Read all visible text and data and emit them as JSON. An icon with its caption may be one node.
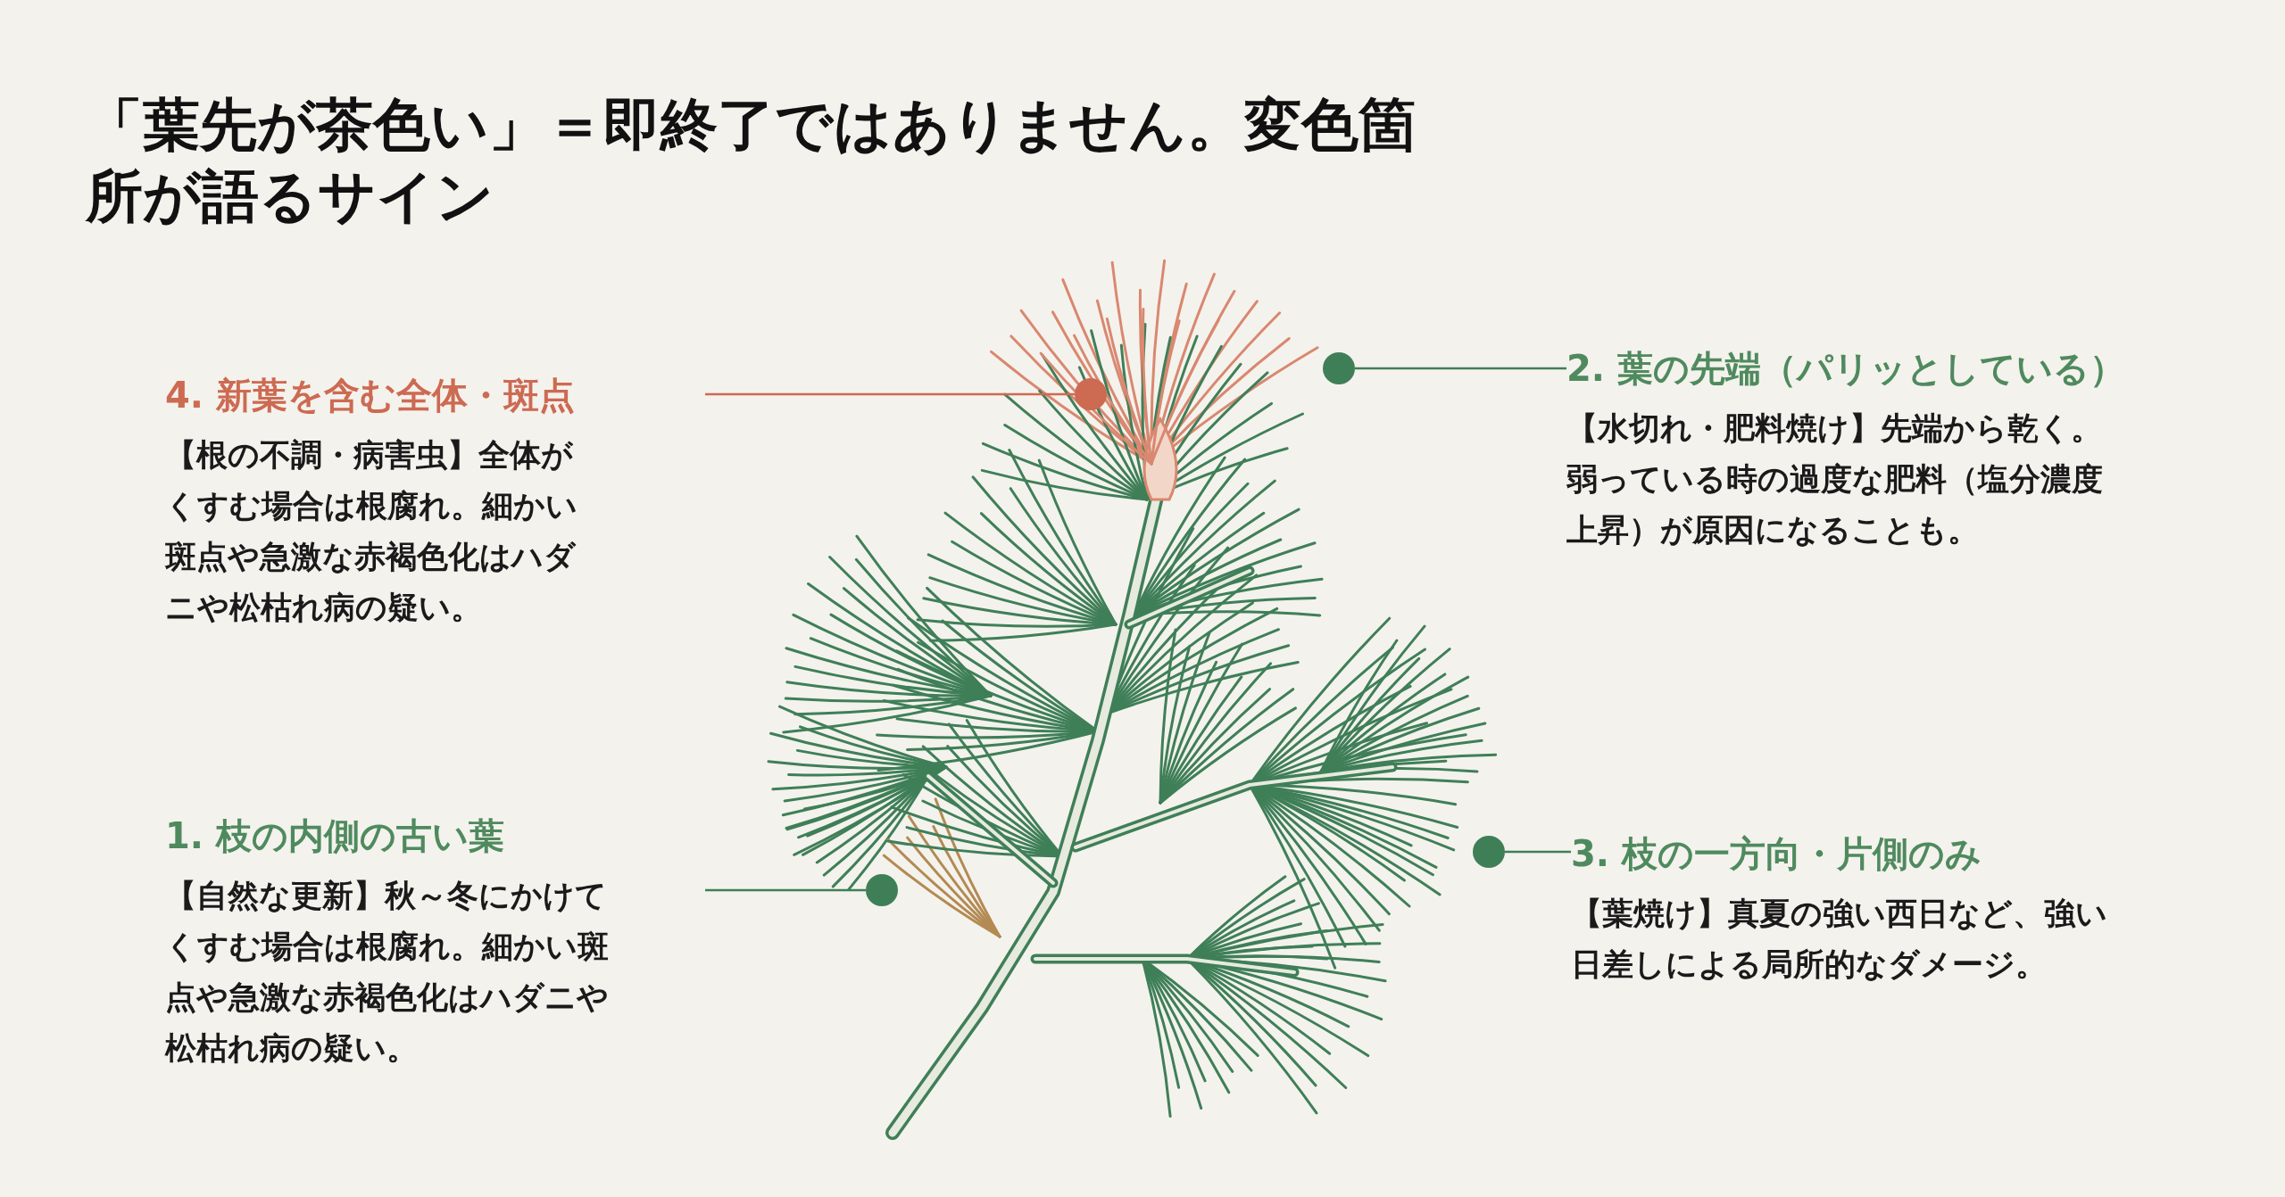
{
  "diagram": {
    "title": "「葉先が茶色い」＝即終了ではありません。変色箇所が語るサイン",
    "nodes": [
      {
        "text": [
          "4. 新葉を含む全体・斑点",
          "【根の不調・病害虫】全体がくすむ場合は根腐れ。細かい斑点や急激な赤褐色化はハダニや松枯れ病の疑い。"
        ]
      },
      {
        "text": [],
        "shape": "circle"
      },
      {
        "text": [
          "2. 葉の先端（パリッとしている）",
          "【水切れ・肥料焼け】先端から乾く。弱っている時の過度な肥料（塩分濃度上昇）が原因になることも。"
        ]
      },
      {
        "text": [],
        "shape": "circle"
      },
      {
        "text": [
          "1. 枝の内側の古い葉",
          "【自然な更新】秋～冬にかけてくすむ場合は根腐れ。細かい斑点や急激な赤褐色化はハダニや松枯れ病の疑い。"
        ]
      },
      {
        "text": [],
        "shape": "circle"
      },
      {
        "text": [
          "3. 枝の一方向・片側のみ",
          "【葉焼け】真夏の強い西日など、強い日差しによる局所的なダメージ。"
        ]
      },
      {
        "text": [],
        "shape": "circle"
      }
    ],
    "edges": [
      {
        "from": 0,
        "to": 1,
        "arrow": "none",
        "color": "#cd6a52"
      },
      {
        "from": 2,
        "to": 3,
        "arrow": "none"
      },
      {
        "from": 4,
        "to": 5,
        "arrow": "none"
      },
      {
        "from": 6,
        "to": 7,
        "arrow": "none"
      }
    ]
  }
}
